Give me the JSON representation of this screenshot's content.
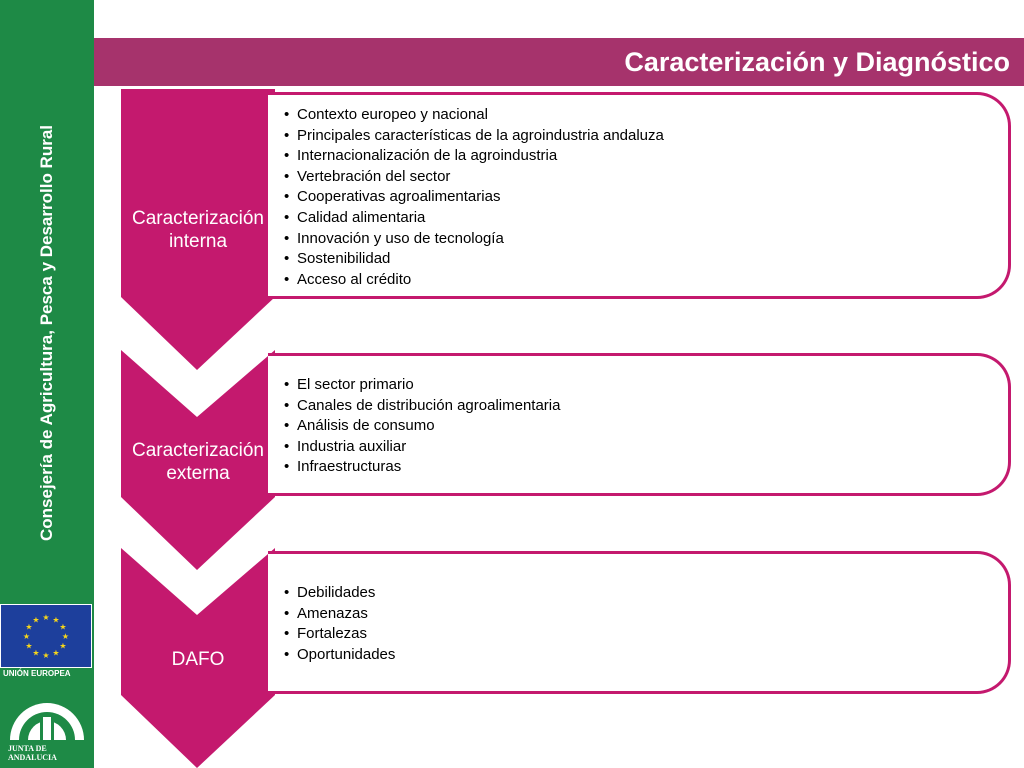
{
  "sidebar": {
    "text": "Consejería de Agricultura, Pesca y Desarrollo Rural",
    "eu_label": "UNIÓN EUROPEA",
    "junta_label": "JUNTA DE ANDALUCIA"
  },
  "header": {
    "title": "Caracterización y Diagnóstico"
  },
  "sections": [
    {
      "label": "Caracterización interna",
      "items": [
        "Contexto europeo y nacional",
        "Principales características de la agroindustria andaluza",
        "Internacionalización de la agroindustria",
        "Vertebración del sector",
        "Cooperativas agroalimentarias",
        "Calidad alimentaria",
        "Innovación y uso de tecnología",
        "Sostenibilidad",
        "Acceso al crédito"
      ]
    },
    {
      "label": "Caracterización externa",
      "items": [
        "El sector primario",
        "Canales de distribución agroalimentaria",
        "Análisis de consumo",
        "Industria auxiliar",
        "Infraestructuras"
      ]
    },
    {
      "label": "DAFO",
      "items": [
        "Debilidades",
        "Amenazas",
        "Fortalezas",
        "Oportunidades"
      ]
    }
  ],
  "colors": {
    "sidebar": "#1e8a46",
    "title_bar": "#a6336c",
    "accent": "#c4196e"
  }
}
